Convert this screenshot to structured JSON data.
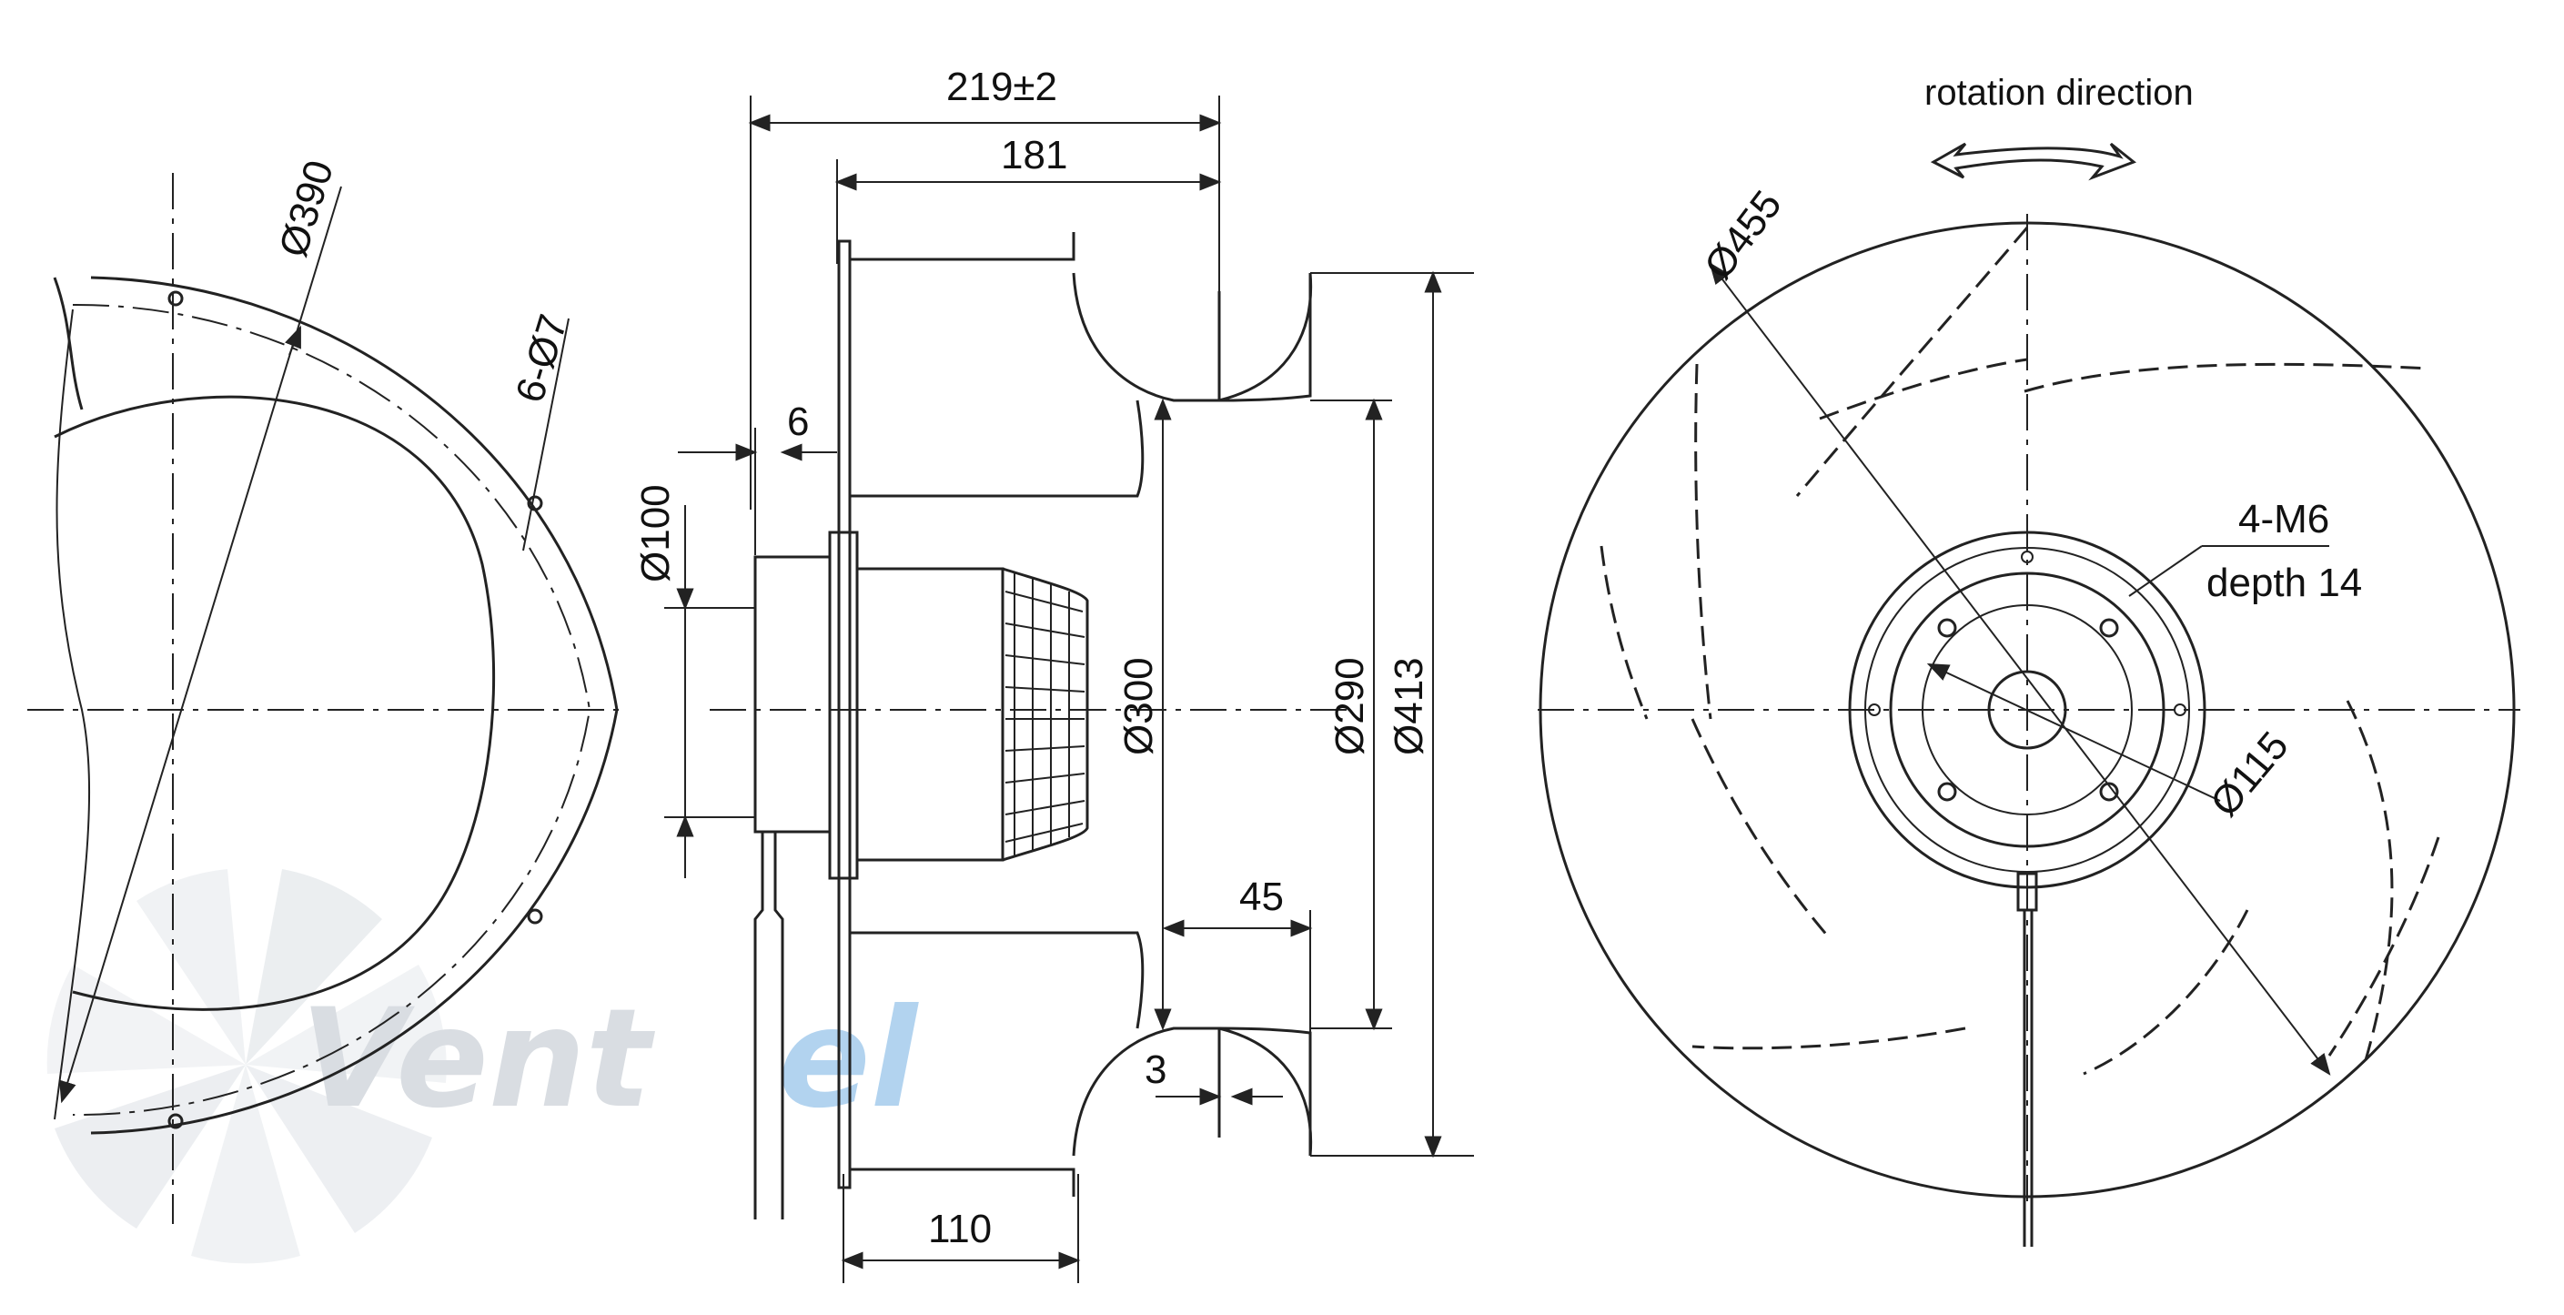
{
  "left_view": {
    "diameter_pcd": "Ø390",
    "holes": "6-Ø7"
  },
  "side_view": {
    "overall_length": "219±2",
    "length_181": "181",
    "flange_thickness": "6",
    "hub_diameter": "Ø100",
    "inlet_diameter": "Ø300",
    "ring_inner": "Ø290",
    "ring_outer": "Ø413",
    "offset_45": "45",
    "gap_3": "3",
    "length_110": "110"
  },
  "front_view": {
    "rotation_label": "rotation direction",
    "impeller_diameter": "Ø455",
    "thread": "4-M6",
    "thread_depth": "depth 14",
    "bolt_circle": "Ø115"
  },
  "watermark": {
    "text_dark": "Vent",
    "text_accent": "el",
    "accent_color": "#7fb6e6",
    "dark_color": "#d9dde2"
  }
}
